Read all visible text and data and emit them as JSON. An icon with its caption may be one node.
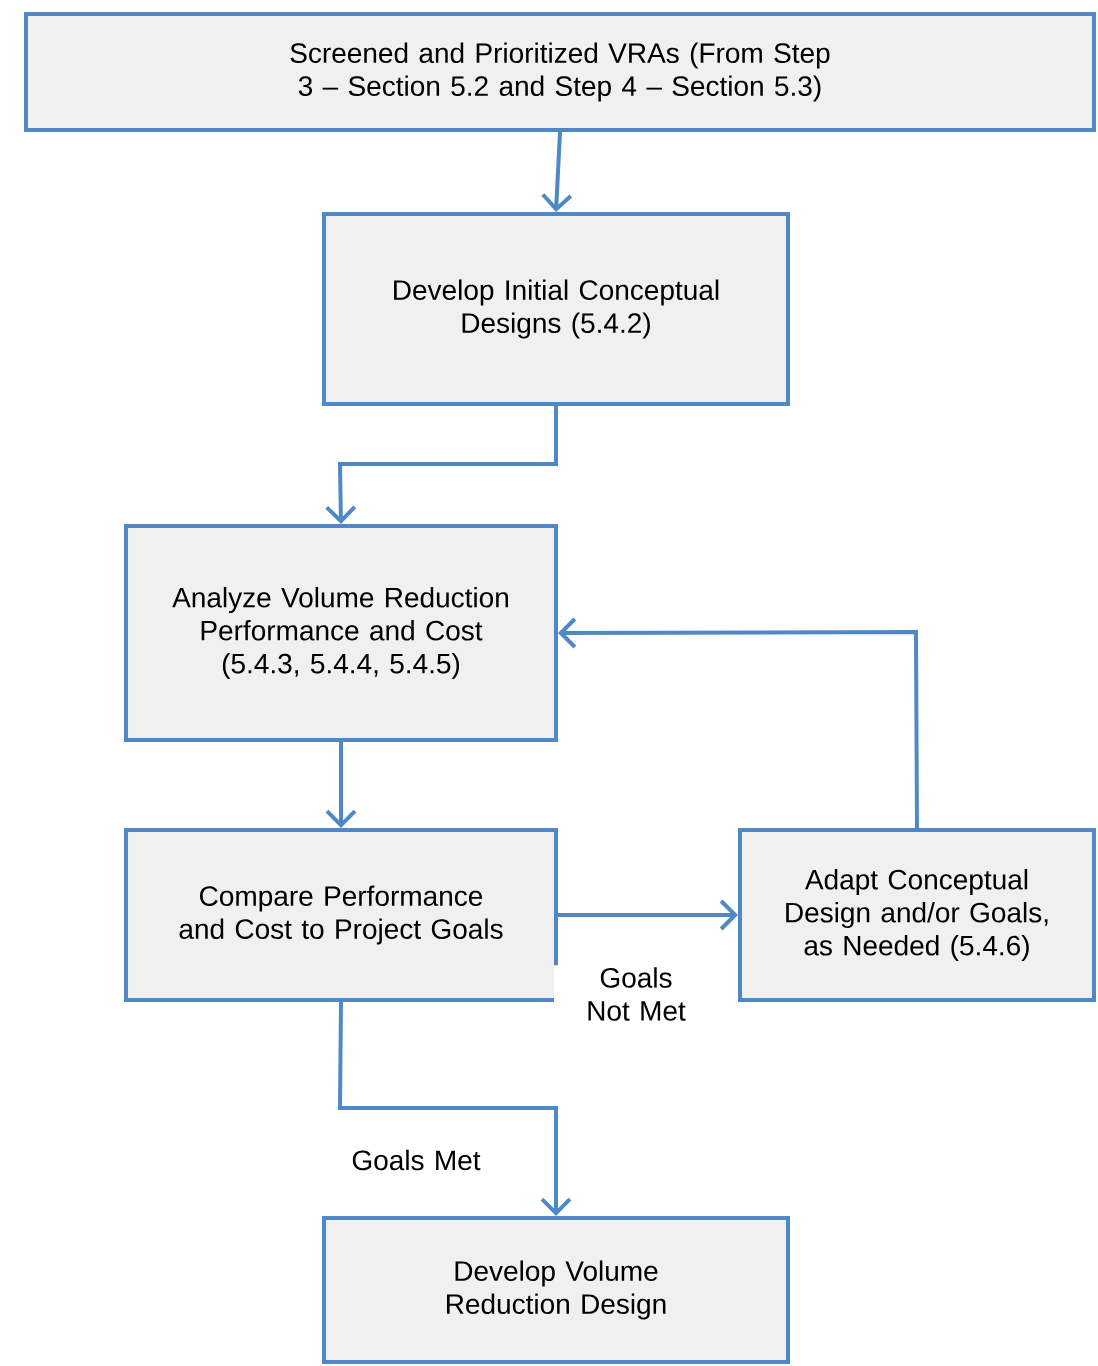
{
  "diagram": {
    "nodes": [
      {
        "text": [
          "Screened and Prioritized VRAs (From Step 3 – Section 5.2 and Step 4 – Section 5.3)"
        ]
      },
      {
        "text": [
          "Develop Initial Conceptual Designs (5.4.2)"
        ]
      },
      {
        "text": [
          "Analyze Volume Reduction Performance and Cost (5.4.3, 5.4.4, 5.4.5)"
        ]
      },
      {
        "text": [
          "Compare Performance and Cost to Project Goals"
        ]
      },
      {
        "text": [
          "Adapt Conceptual Design and/or Goals, as Needed (5.4.6)"
        ]
      },
      {
        "text": [
          "Develop Volume Reduction Design"
        ]
      }
    ],
    "edges": [
      {
        "from": 0,
        "to": 1,
        "arrow": "to"
      },
      {
        "from": 1,
        "to": 2,
        "arrow": "to"
      },
      {
        "from": 2,
        "to": 3,
        "arrow": "to"
      },
      {
        "from": 3,
        "to": 4,
        "arrow": "to",
        "label": "Goals Not Met"
      },
      {
        "from": 4,
        "to": 2,
        "arrow": "to"
      },
      {
        "from": 3,
        "to": 5,
        "arrow": "to",
        "label": "Goals Met"
      }
    ]
  }
}
